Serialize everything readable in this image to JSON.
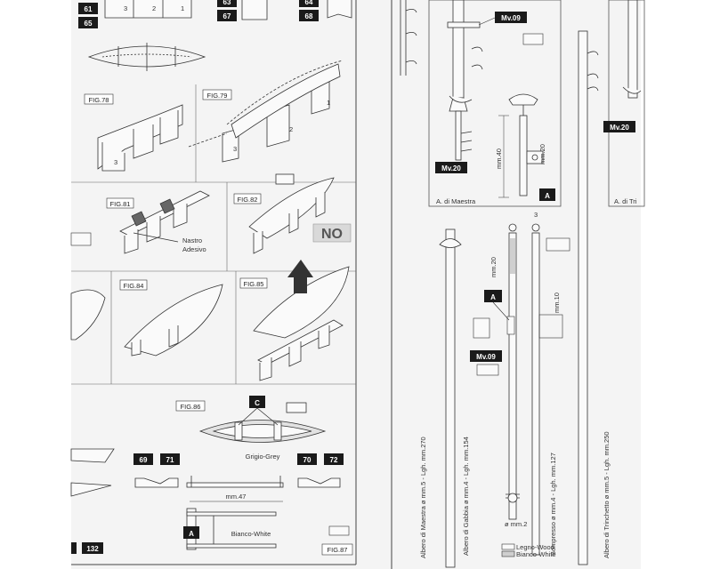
{
  "badges": [
    "61",
    "65",
    "63",
    "67",
    "64",
    "68",
    "69",
    "71",
    "70",
    "72",
    "132"
  ],
  "figures": [
    "FIG.78",
    "FIG.79",
    "FIG.81",
    "FIG.82",
    "FIG.84",
    "FIG.85",
    "FIG.86",
    "FIG.87"
  ],
  "callouts": {
    "mv09_top": "Mv.09",
    "mv20_left": "Mv.20",
    "mv20_right": "Mv.20",
    "mv09_mid": "Mv.09",
    "a_top": "A",
    "a_mid": "A",
    "a_bottom": "A",
    "c": "C",
    "no": "NO"
  },
  "labels": {
    "nastro": "Nastro",
    "adesivo": "Adesivo",
    "grigio_grey": "Grigio-Grey",
    "bianco_white": "Bianco-White",
    "mm47": "mm.47",
    "parts_1": "1",
    "parts_2": "2",
    "parts_3": "3",
    "mm40": "mm.40",
    "mm20_a": "mm.20",
    "mm20_b": "mm.20",
    "mm10": "mm.10",
    "three": "3",
    "a_maestra": "A. di Maestra",
    "a_trinchetto": "A. di Tri",
    "dia_mm2": "ø mm.2",
    "legno_wood": "Legno-Wood",
    "bianco_white_legend": "Bianco-White"
  },
  "masts": {
    "maestra": "Albero di Maestra ø mm.5 - Lgh. mm.270",
    "gabbia": "Albero di Gabbia ø mm.4 - Lgh. mm.154",
    "bompresso": "Bompresso ø mm.4 - Lgh. mm.127",
    "trinchetto": "Albero di Trinchetto ø mm.5 - Lgh. mm.250"
  }
}
